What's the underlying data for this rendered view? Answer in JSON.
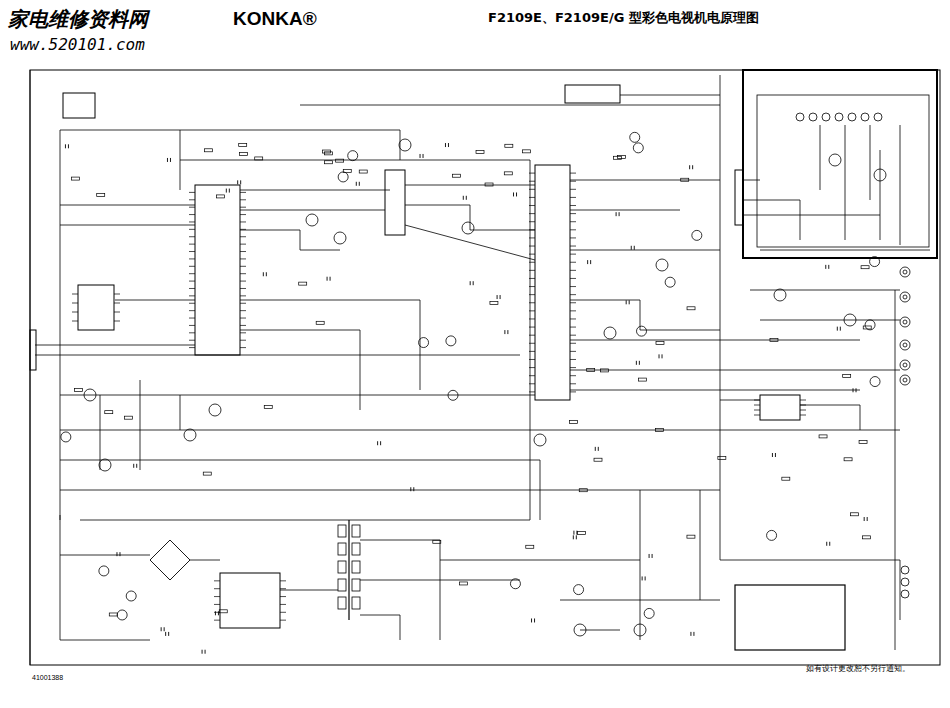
{
  "diagram": {
    "title": "F2109E、F2109E/G 型彩色电视机电原理图",
    "labels": [
      "家电维修资料网",
      "KONKA®",
      "www.520101.com",
      "41001388",
      "如有设计更改恕不另行通知。"
    ]
  }
}
